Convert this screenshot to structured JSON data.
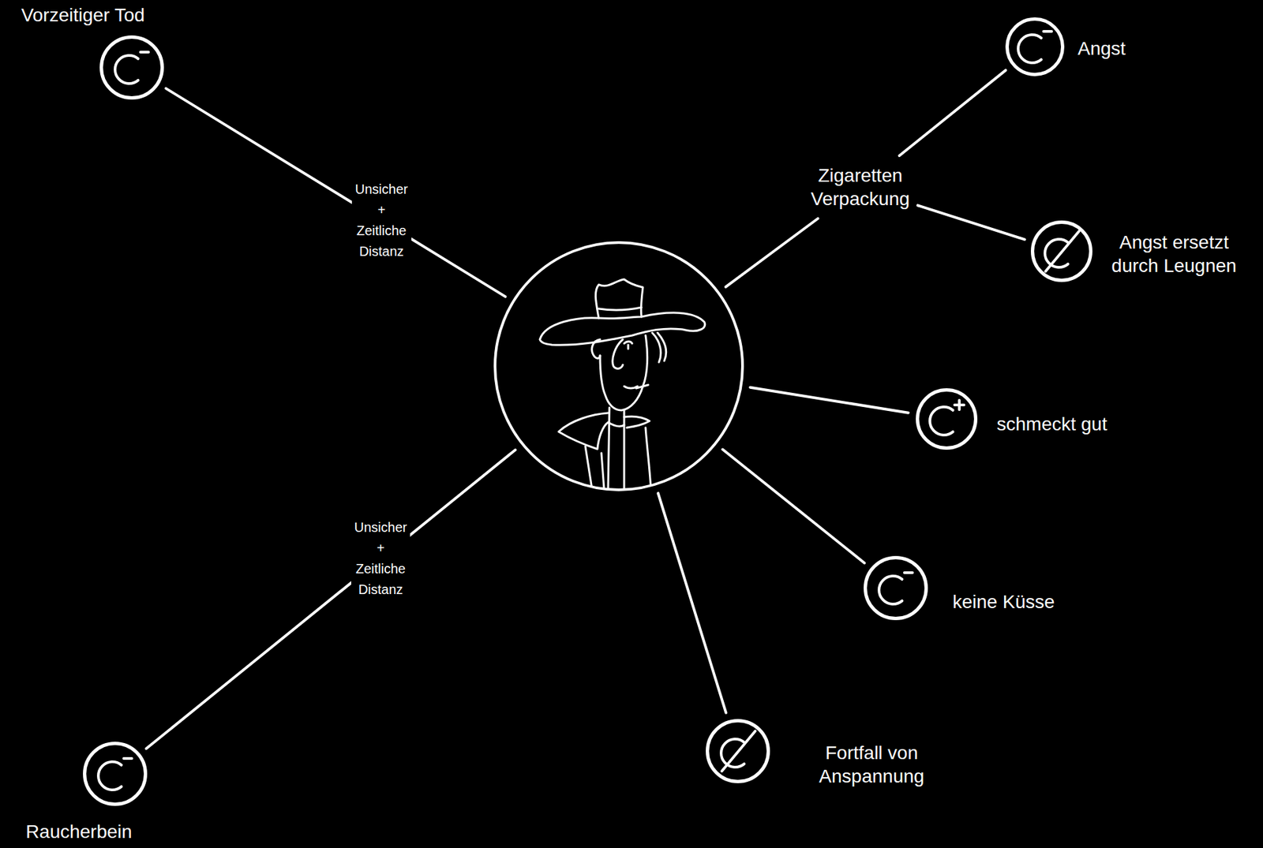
{
  "diagram": {
    "nodes": [
      {
        "text": [
          "Vorzeitiger Tod"
        ]
      },
      {
        "text": [
          "Angst"
        ]
      },
      {
        "text": [
          "Zigaretten Verpackung"
        ]
      },
      {
        "text": [
          "Angst ersetzt durch Leugnen"
        ]
      },
      {
        "text": []
      },
      {
        "text": [
          "schmeckt gut"
        ]
      },
      {
        "text": [
          "keine Küsse"
        ]
      },
      {
        "text": [
          "Fortfall von Anspannung"
        ]
      },
      {
        "text": [
          "Raucherbein"
        ]
      }
    ],
    "edges": [
      {
        "from": 4,
        "to": 0,
        "arrow": "none",
        "label": "Unsicher + Zeitliche Distanz"
      },
      {
        "from": 4,
        "to": 2,
        "arrow": "none"
      },
      {
        "from": 2,
        "to": 1,
        "arrow": "none"
      },
      {
        "from": 2,
        "to": 3,
        "arrow": "none"
      },
      {
        "from": 4,
        "to": 5,
        "arrow": "none"
      },
      {
        "from": 4,
        "to": 6,
        "arrow": "none"
      },
      {
        "from": 4,
        "to": 7,
        "arrow": "none"
      },
      {
        "from": 4,
        "to": 8,
        "arrow": "none",
        "label": "Unsicher + Zeitliche Distanz"
      }
    ]
  }
}
